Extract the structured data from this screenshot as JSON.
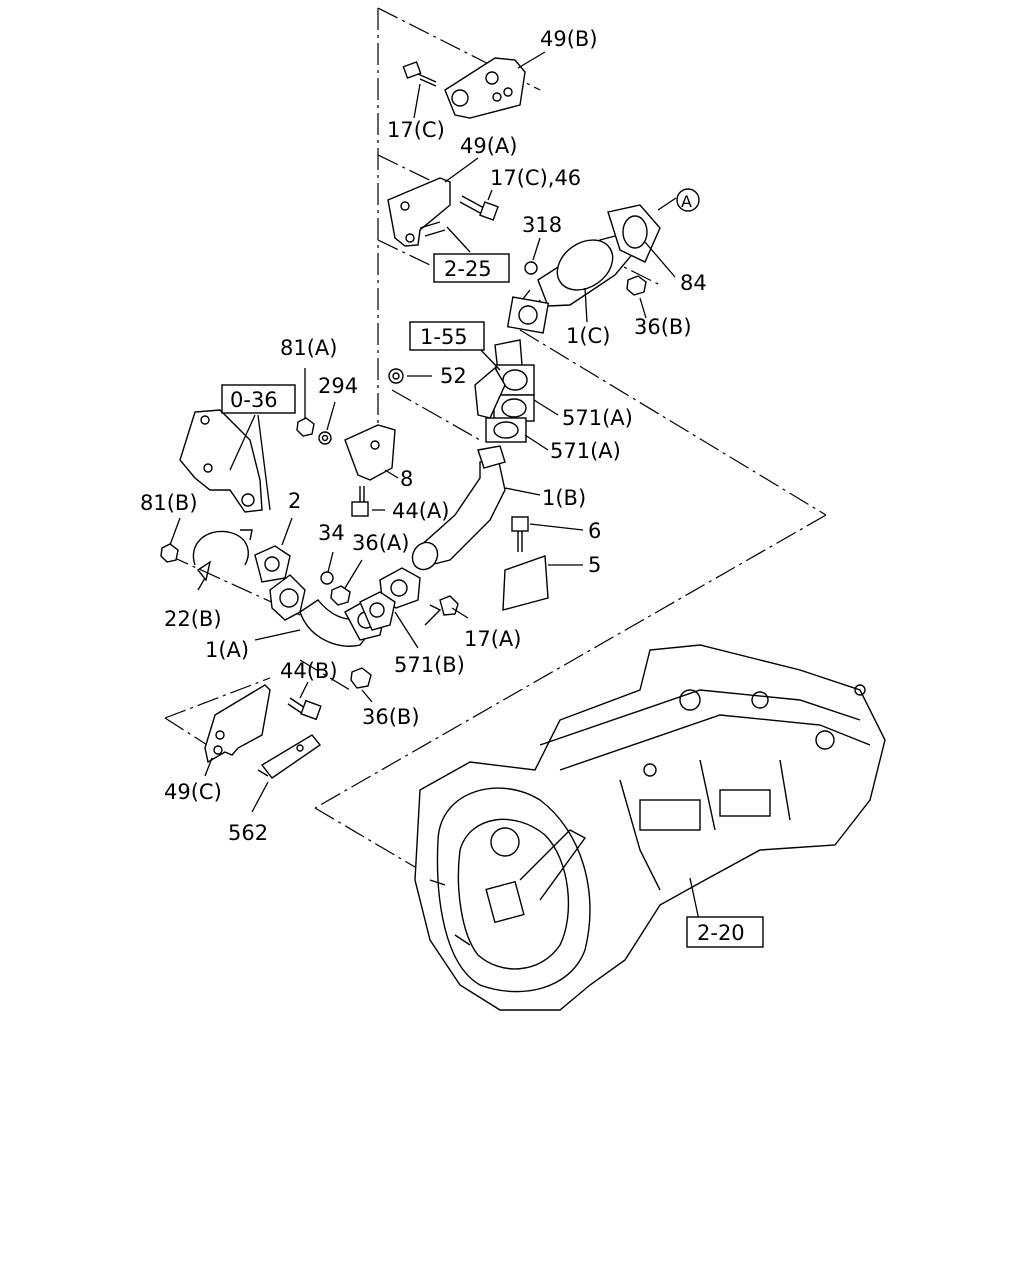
{
  "callouts": {
    "c49B": "49(B)",
    "c17C_top": "17(C)",
    "c49A": "49(A)",
    "c17C46": "17(C),46",
    "c2_25": "2-25",
    "c318": "318",
    "cA": "A",
    "c84": "84",
    "c36B_top": "36(B)",
    "c1C": "1(C)",
    "c1_55": "1-55",
    "c52": "52",
    "c571A_1": "571(A)",
    "c571A_2": "571(A)",
    "c81A": "81(A)",
    "c294": "294",
    "c0_36": "0-36",
    "c8": "8",
    "c1B": "1(B)",
    "c81B": "81(B)",
    "c2": "2",
    "c44A": "44(A)",
    "c34": "34",
    "c36A": "36(A)",
    "c6": "6",
    "c5": "5",
    "c22B": "22(B)",
    "c17A": "17(A)",
    "c1A": "1(A)",
    "c571B": "571(B)",
    "c44B": "44(B)",
    "c36B_bot": "36(B)",
    "c49C": "49(C)",
    "c562": "562",
    "c2_20": "2-20"
  }
}
